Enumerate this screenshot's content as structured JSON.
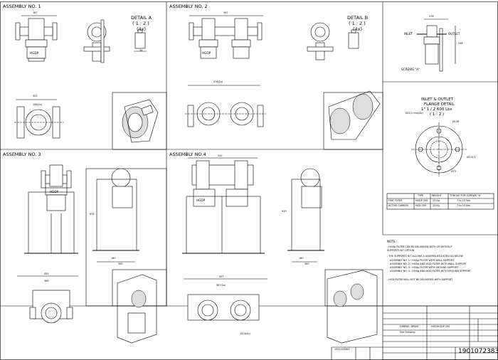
{
  "sections": {
    "a1": "ASSEMBLY NO. 1",
    "a2": "ASSEMBLY NO. 2",
    "a3": "ASSEMBLY NO. 3",
    "a4": "ASSEMBLY NO.4"
  },
  "details": {
    "a_title": "DETAIL A",
    "a_scale": "( 1 : 2 )",
    "a_qty": "(4x)",
    "b_title": "DETAIL B",
    "b_scale": "( 1 : 2 )",
    "b_qty": "(4x)"
  },
  "labels": {
    "inlet": "INLET",
    "outlet": "OUTLET",
    "screws": "SCREWS \"A\"",
    "hgdp": "HGDP"
  },
  "flange": {
    "l1": "INLET & OUTLET",
    "l2": "FLANGE DETAIL",
    "l3": "1\" 1 / 2 600 Lbs",
    "l4": "( 1 : 2 )"
  },
  "dims": {
    "d167": "167",
    "d597": "597",
    "d276": "276",
    "d325": "325",
    "d206": "206(2x)",
    "d476": "476(2x)",
    "d542": "542",
    "d455": "455",
    "d369": "369",
    "d437": "437",
    "d587": "587(2x)",
    "d160": "160",
    "d300": "300",
    "d370": "370",
    "d878": "878",
    "d919": "919",
    "d248": "248",
    "d34": "34",
    "d227": "Ø22,2 mm(4x)",
    "d156": "Ø156",
    "d114": "Ø114,3",
    "d73": "Ø73",
    "d1016": "Ø101,6",
    "d14": "Ø14(4x)"
  },
  "type_table": {
    "headers": [
      "",
      "TYPE",
      "WEIGHT",
      "TORQUE FOR SCREWS \"A\""
    ],
    "rows": [
      [
        "FINE FILTER",
        "HGDP 200",
        "23 Kg",
        "7 to 10 Nm"
      ],
      [
        "ACTIVE CARBON",
        "HGD 200",
        "23 Kg",
        "7 to 10 Nm"
      ]
    ]
  },
  "notes": {
    "title": "NOTE :",
    "n1": "- HGDp FILTER CAN BE DELIVERED WITH OR WITHOUT",
    "n1b": "  SUPPORTS KIT OPTION",
    "n2": "- THE SUPPORTS KIT ALLOWS 4 ASSEMBLIES LISTED AS BELOW",
    "a1": "ASSEMBLY NO. 1 : HGDp FILTER WITH WALL SUPPORT",
    "a2": "ASSEMBLY NO. 2 : HGDp AND HGD FILTER WITH WALL SUPPORT",
    "a3": "ASSEMBLY NO. 3 : HGDp FILTER WITH GROUND SUPPORT",
    "a4": "ASSEMBLY NO. 4 : HGDp AND HGD FILTER WITH GROUND SUPPORT",
    "n3": "- HGD FILTER WILL NOT BE DELIVERED WITH SUPPORT"
  },
  "title_block": {
    "dimens": "DIMENS. DRWG",
    "desc": "See Drawing",
    "model": "HGD/HGDP 200",
    "drawing_no": "1901072383",
    "small_no": "1901072383"
  }
}
